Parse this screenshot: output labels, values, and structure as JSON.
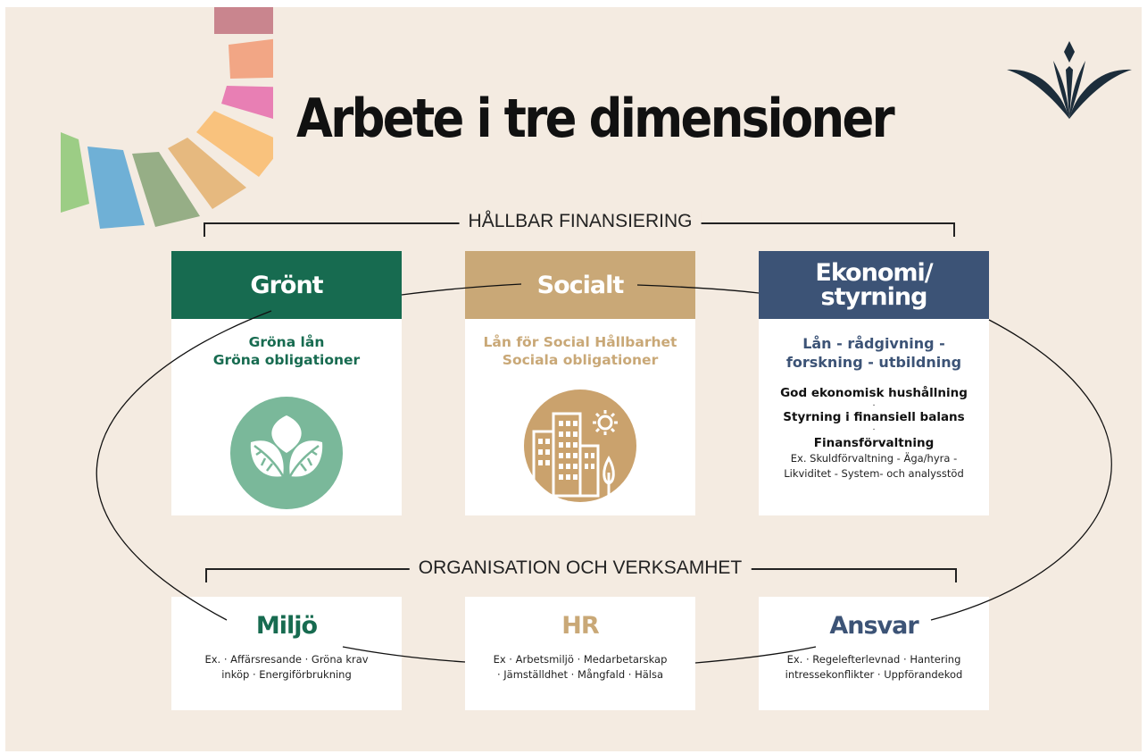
{
  "title": "Arbete i tre dimensioner",
  "colors": {
    "background": "#f4ebe1",
    "green": "#176b50",
    "tan": "#c9a877",
    "navy": "#3c5376",
    "green_icon": "#7ab89a",
    "tan_icon": "#caa26d"
  },
  "sections": {
    "top_label": "HÅLLBAR FINANSIERING",
    "bottom_label": "ORGANISATION OCH VERKSAMHET"
  },
  "cards": {
    "gront": {
      "header": "Grönt",
      "sub1": "Gröna lån",
      "sub2": "Gröna obligationer",
      "icon": "leaf-icon"
    },
    "socialt": {
      "header": "Socialt",
      "sub1": "Lån för Social Hållbarhet",
      "sub2": "Sociala obligationer",
      "icon": "city-icon"
    },
    "ekonomi": {
      "header1": "Ekonomi/",
      "header2": "styrning",
      "sub1": "Lån - rådgivning -",
      "sub2": "forskning - utbildning",
      "item1": "God ekonomisk hushållning",
      "item2": "Styrning i finansiell balans",
      "item3": "Finansförvaltning",
      "ex1": "Ex. Skuldförvaltning - Äga/hyra -",
      "ex2": "Likviditet - System- och analysstöd",
      "separator": "."
    }
  },
  "bottom_cards": {
    "miljo": {
      "title": "Miljö",
      "line1": "Ex. · Affärsresande · Gröna krav",
      "line2": "inköp · Energiförbrukning"
    },
    "hr": {
      "title": "HR",
      "line1": "Ex · Arbetsmiljö · Medarbetarskap",
      "line2": "· Jämställdhet · Mångfald · Hälsa"
    },
    "ansvar": {
      "title": "Ansvar",
      "line1": "Ex. · Regelefterlevnad · Hantering",
      "line2": "intressekonflikter · Uppförandekod"
    }
  }
}
